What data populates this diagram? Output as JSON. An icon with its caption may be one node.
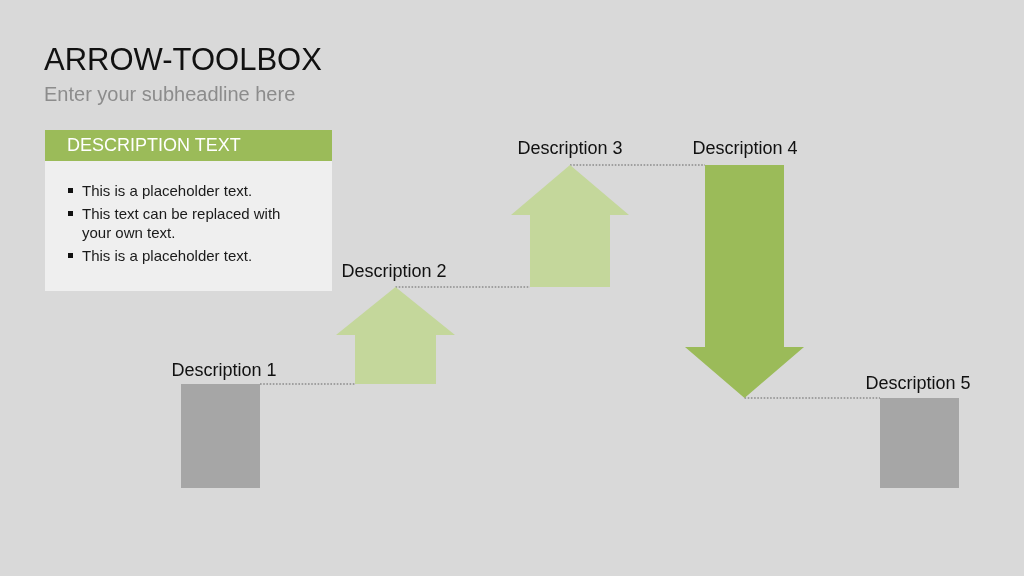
{
  "diagram": {
    "title": "ARROW-TOOLBOX",
    "nodes": [
      {
        "text": [
          "DESCRIPTION TEXT",
          "This is a placeholder text.",
          "This text can be replaced with your own text.",
          "This is a placeholder text."
        ]
      },
      {
        "text": [],
        "shape": "box",
        "beside": [
          "Description 1"
        ]
      },
      {
        "text": [],
        "shape": "arrow",
        "beside": [
          "Description 2"
        ]
      },
      {
        "text": [],
        "shape": "arrow",
        "beside": [
          "Description 3"
        ]
      },
      {
        "text": [],
        "shape": "arrow",
        "beside": [
          "Description 4"
        ]
      },
      {
        "text": [],
        "shape": "box",
        "beside": [
          "Description 5"
        ]
      }
    ],
    "edges": [
      {
        "from": 1,
        "to": 2,
        "arrow": "none"
      },
      {
        "from": 2,
        "to": 3,
        "arrow": "none"
      },
      {
        "from": 3,
        "to": 4,
        "arrow": "none"
      },
      {
        "from": 4,
        "to": 5,
        "arrow": "none"
      }
    ],
    "labels": [
      "Enter your subheadline here"
    ]
  }
}
